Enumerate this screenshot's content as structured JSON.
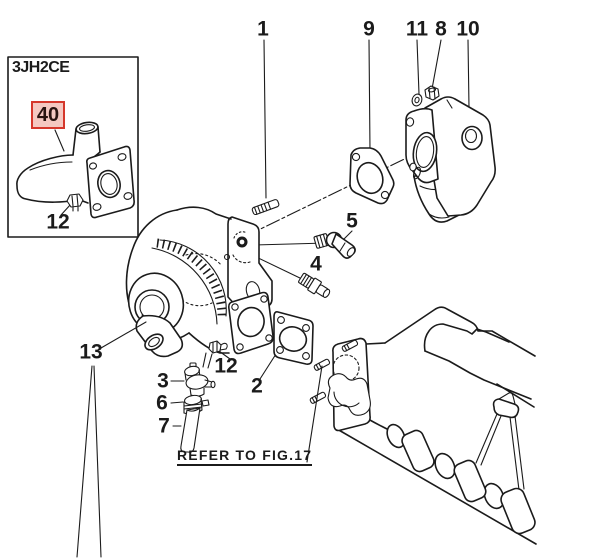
{
  "figure": {
    "model_code": "3JH2CE",
    "note": "REFER TO FIG.17",
    "highlighted_part_number": "40"
  },
  "callouts": {
    "c1": "1",
    "c2": "2",
    "c3": "3",
    "c4": "4",
    "c5": "5",
    "c6": "6",
    "c7": "7",
    "c8": "8",
    "c9": "9",
    "c10": "10",
    "c11": "11",
    "c13": "13",
    "c12_main": "12",
    "c12_inset": "12",
    "c40": "40"
  },
  "colors": {
    "ink": "#1b1b1b",
    "paper": "#ffffff",
    "highlight_border": "#d5372b",
    "highlight_fill": "#f5c8c1"
  }
}
